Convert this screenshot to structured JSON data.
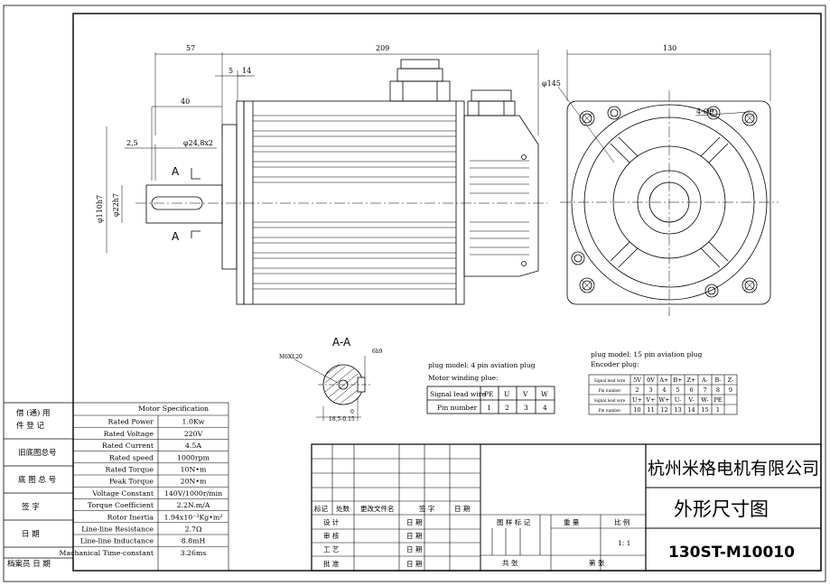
{
  "dimensions": {
    "d57": "57",
    "d209": "209",
    "d5": "5",
    "d14": "14",
    "d40": "40",
    "d2_5": "2,5",
    "d24_8": "φ24,8x2",
    "d110": "φ110h7",
    "d22": "φ22h7",
    "d130": "130",
    "d145": "φ145",
    "d4x9": "4-Ø9"
  },
  "section": {
    "label": "A-A",
    "cut_top": "A",
    "cut_bottom": "A",
    "m6": "M6XL20",
    "h6": "6h9",
    "h18": "18,5-0.15",
    "zero": "0"
  },
  "plug4": {
    "model": "plug model: 4 pin aviation plug",
    "title": "Motor winding plue:",
    "header": [
      "Signal lead wire",
      "PE",
      "U",
      "V",
      "W"
    ],
    "row": [
      "Pin number",
      "1",
      "2",
      "3",
      "4"
    ]
  },
  "plug15": {
    "model": "plug model: 15 pin aviation plug",
    "title": "Encoder plug:",
    "rows": [
      [
        "Signal lead wire",
        "5V",
        "0V",
        "A+",
        "B+",
        "Z+",
        "A-",
        "B-",
        "Z-"
      ],
      [
        "Pin number",
        "2",
        "3",
        "4",
        "5",
        "6",
        "7",
        "8",
        "9"
      ],
      [
        "Signal lead wire",
        "U+",
        "V+",
        "W+",
        "U-",
        "V-",
        "W-",
        "PE",
        ""
      ],
      [
        "Pin number",
        "10",
        "11",
        "12",
        "13",
        "14",
        "15",
        "1",
        ""
      ]
    ]
  },
  "left_labels": [
    "借 (通) 用",
    "件 登 记",
    "旧底图总号",
    "底 图 总 号",
    "签    字",
    "日    期",
    "档案员  日  期"
  ],
  "specs": {
    "title": "Motor Specification",
    "rows": [
      [
        "Rated Power",
        "1.0Kw"
      ],
      [
        "Rated Voltage",
        "220V"
      ],
      [
        "Rated Current",
        "4.5A"
      ],
      [
        "Rated speed",
        "1000rpm"
      ],
      [
        "Rated Torque",
        "10N•m"
      ],
      [
        "Peak Torque",
        "20N•m"
      ],
      [
        "Voltage Constant",
        "140V/1000r/min"
      ],
      [
        "Torque Coefficient",
        "2.2N.m/A"
      ],
      [
        "Rotor Inertia",
        "1.94x10⁻³Kg•m²"
      ],
      [
        "Line-line Resistance",
        "2.7Ω"
      ],
      [
        "Line-line Inductance",
        "8.8mH"
      ],
      [
        "Machanical Time-constant",
        "3.26ms"
      ]
    ]
  },
  "title_block": {
    "company": "杭州米格电机有限公司",
    "drawing_name": "外形尺寸图",
    "model": "130ST-M10010",
    "rev_header": [
      "标记",
      "处数",
      "更改文件名",
      "签  字",
      "日  期"
    ],
    "roles": [
      "设  计",
      "审  核",
      "工  艺",
      "批  准"
    ],
    "date_label": "日  期",
    "marks_label": "图 样 标 记",
    "weight_label": "重  量",
    "scale_label": "比  例",
    "scale_value": "1: 1",
    "total_label": "共      张",
    "page_label": "第      张"
  }
}
